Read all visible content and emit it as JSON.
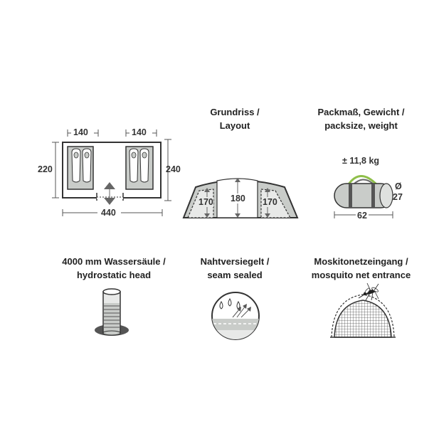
{
  "floorplan": {
    "width_top_left": "140",
    "width_top_right": "140",
    "depth_left": "220",
    "depth_right": "240",
    "length_total": "440"
  },
  "layout": {
    "title_line1": "Grundriss /",
    "title_line2": "Layout",
    "height_left": "170",
    "height_center": "180",
    "height_right": "170"
  },
  "pack": {
    "title_line1": "Packmaß, Gewicht /",
    "title_line2": "packsize, weight",
    "weight": "± 11,8 kg",
    "diameter_symbol": "Ø",
    "diameter_value": "27",
    "length": "62"
  },
  "hydro": {
    "title_line1": "4000 mm Wassersäule /",
    "title_line2": "hydrostatic head"
  },
  "seam": {
    "title_line1": "Nahtversiegelt /",
    "title_line2": "seam sealed"
  },
  "mosquito": {
    "title_line1": "Moskitonetzeingang /",
    "title_line2": "mosquito net entrance"
  },
  "colors": {
    "dark": "#333333",
    "grey_fill": "#c9ccc9",
    "light_fill": "#e8e9e8",
    "accent_green": "#8fbf4a"
  }
}
